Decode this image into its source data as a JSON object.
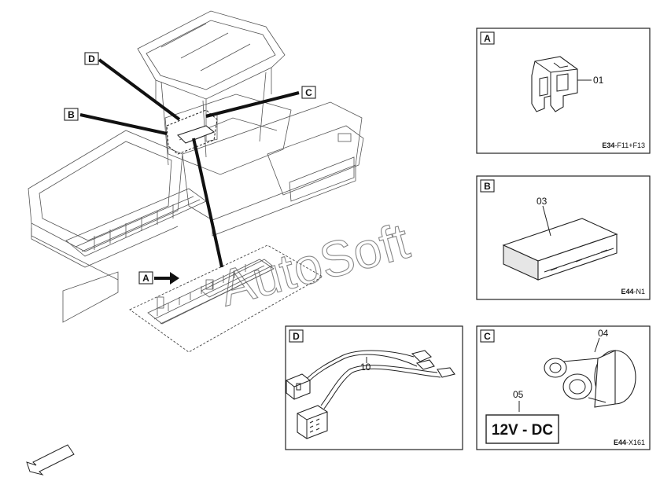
{
  "callouts": {
    "D": "D",
    "C": "C",
    "B": "B",
    "A": "A"
  },
  "panels": {
    "A": {
      "tag": "A",
      "part_number": "01",
      "code_bold": "E34",
      "code_rest": "-F11+F13"
    },
    "B": {
      "tag": "B",
      "part_number": "03",
      "code_bold": "E44",
      "code_rest": "-N1"
    },
    "D": {
      "tag": "D",
      "part_number": "10"
    },
    "C": {
      "tag": "C",
      "part_number_socket": "04",
      "part_number_label": "05",
      "label_text": "12V - DC",
      "code_bold": "E44",
      "code_rest": "-X161"
    }
  },
  "watermark": "AutoSoft"
}
